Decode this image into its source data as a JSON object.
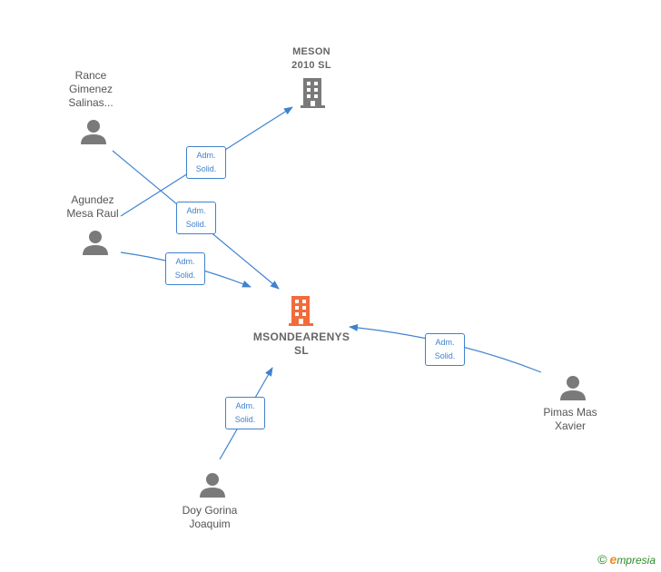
{
  "colors": {
    "edge": "#3f82cf",
    "person_icon": "#7a7a7a",
    "company_icon": "#7a7a7a",
    "focus_company_icon": "#f26b3a"
  },
  "companies": [
    {
      "id": "meson",
      "lines": [
        "MESON",
        "2010 SL"
      ],
      "icon": "building-icon"
    },
    {
      "id": "msondearenys",
      "lines": [
        "MSONDEARENYS",
        "SL"
      ],
      "icon": "building-icon"
    }
  ],
  "persons": [
    {
      "id": "rance",
      "lines": [
        "Rance",
        "Gimenez",
        "Salinas..."
      ],
      "icon": "person-icon"
    },
    {
      "id": "agundez",
      "lines": [
        "Agundez",
        "Mesa Raul"
      ],
      "icon": "person-icon"
    },
    {
      "id": "pimas",
      "lines": [
        "Pimas Mas",
        "Xavier"
      ],
      "icon": "person-icon"
    },
    {
      "id": "doy",
      "lines": [
        "Doy Gorina",
        "Joaquim"
      ],
      "icon": "person-icon"
    }
  ],
  "relations": [
    {
      "from": "agundez",
      "to": "meson",
      "label": [
        "Adm.",
        "Solid."
      ]
    },
    {
      "from": "rance",
      "to": "msondearenys",
      "label": [
        "Adm.",
        "Solid."
      ]
    },
    {
      "from": "agundez",
      "to": "msondearenys",
      "label": [
        "Adm.",
        "Solid."
      ]
    },
    {
      "from": "pimas",
      "to": "msondearenys",
      "label": [
        "Adm.",
        "Solid."
      ]
    },
    {
      "from": "doy",
      "to": "msondearenys",
      "label": [
        "Adm.",
        "Solid."
      ]
    }
  ],
  "brand": {
    "copyright": "©",
    "initial": "e",
    "rest": "mpresia"
  }
}
